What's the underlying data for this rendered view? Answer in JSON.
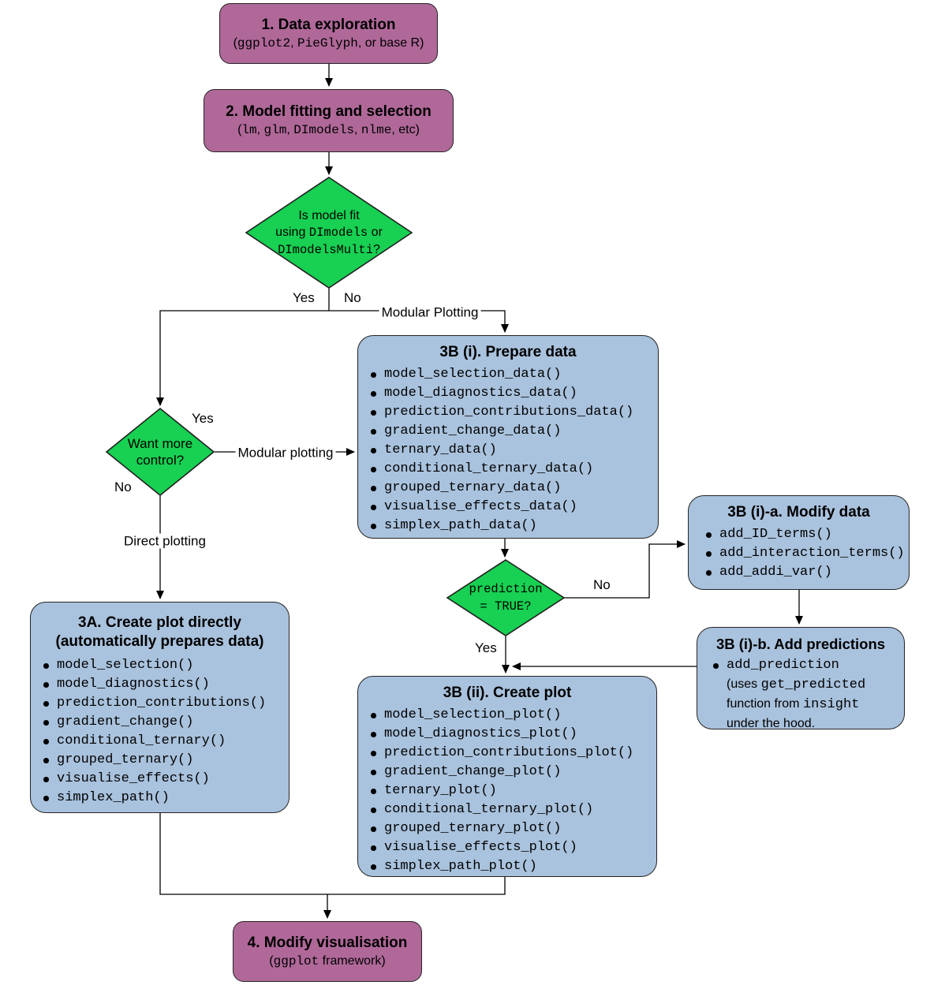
{
  "colors": {
    "node_purple": "#b06899",
    "node_blue": "#a9c2dd",
    "decision_green": "#18d052",
    "border": "#242424",
    "line": "#000000"
  },
  "boxes": {
    "box1": {
      "title": "1. Data exploration",
      "sub": [
        "(",
        "ggplot2",
        ", ",
        "PieGlyph",
        ", or base R)"
      ]
    },
    "box2": {
      "title": "2. Model fitting and selection",
      "sub": [
        "(",
        "lm",
        ", ",
        "glm",
        ", ",
        "DImodels",
        ", ",
        "nlme",
        ", etc)"
      ]
    },
    "box3a": {
      "title1": "3A. Create plot directly",
      "title2": "(automatically prepares data)",
      "items": [
        "model_selection()",
        "model_diagnostics()",
        "prediction_contributions()",
        "gradient_change()",
        "conditional_ternary()",
        "grouped_ternary()",
        "visualise_effects()",
        "simplex_path()"
      ]
    },
    "box3bi": {
      "title": "3B (i). Prepare data",
      "items": [
        "model_selection_data()",
        "model_diagnostics_data()",
        "prediction_contributions_data()",
        "gradient_change_data()",
        "ternary_data()",
        "conditional_ternary_data()",
        "grouped_ternary_data()",
        "visualise_effects_data()",
        "simplex_path_data()"
      ]
    },
    "box3bia": {
      "title": "3B (i)-a. Modify data",
      "items": [
        "add_ID_terms()",
        "add_interaction_terms()",
        "add_addi_var()"
      ]
    },
    "box3bib": {
      "title": "3B (i)-b. Add predictions",
      "lines": [
        "add_prediction",
        "(uses ",
        "get_predicted",
        "function from ",
        "insight",
        "under the hood."
      ]
    },
    "box3bii": {
      "title": "3B (ii). Create plot",
      "items": [
        "model_selection_plot()",
        "model_diagnostics_plot()",
        "prediction_contributions_plot()",
        "gradient_change_plot()",
        "ternary_plot()",
        "conditional_ternary_plot()",
        "grouped_ternary_plot()",
        "visualise_effects_plot()",
        "simplex_path_plot()"
      ]
    },
    "box4": {
      "title": "4. Modify visualisation",
      "sub": [
        "(",
        "ggplot",
        " framework)"
      ]
    }
  },
  "diamonds": {
    "d1": {
      "parts": [
        "Is model fit",
        "using ",
        "DImodels",
        " or",
        "DImodelsMulti",
        "?"
      ]
    },
    "d2": {
      "text": "Want more control?"
    },
    "d3": {
      "lines": [
        "prediction",
        "= TRUE?"
      ]
    }
  },
  "labels": {
    "yes1": "Yes",
    "no1": "No",
    "modular_plotting_top": "Modular Plotting",
    "yes2": "Yes",
    "modular_plotting_mid": "Modular plotting",
    "no2": "No",
    "direct_plotting": "Direct plotting",
    "no3": "No",
    "yes3": "Yes"
  }
}
